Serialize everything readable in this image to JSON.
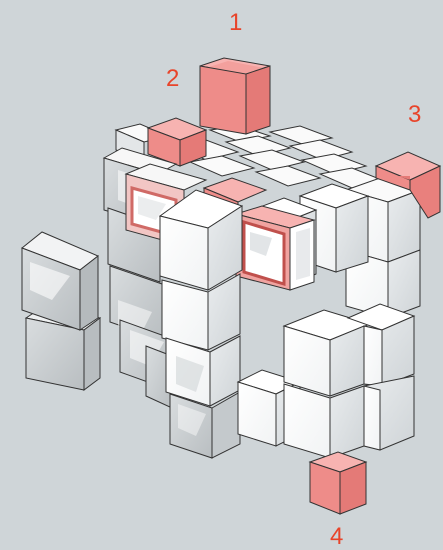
{
  "figure": {
    "background": "#cfd5d8",
    "accent_color": "#e8442a",
    "highlight_color": "#f08a88",
    "cube_color": "#ffffff",
    "labels": [
      "1",
      "2",
      "3",
      "4"
    ]
  }
}
